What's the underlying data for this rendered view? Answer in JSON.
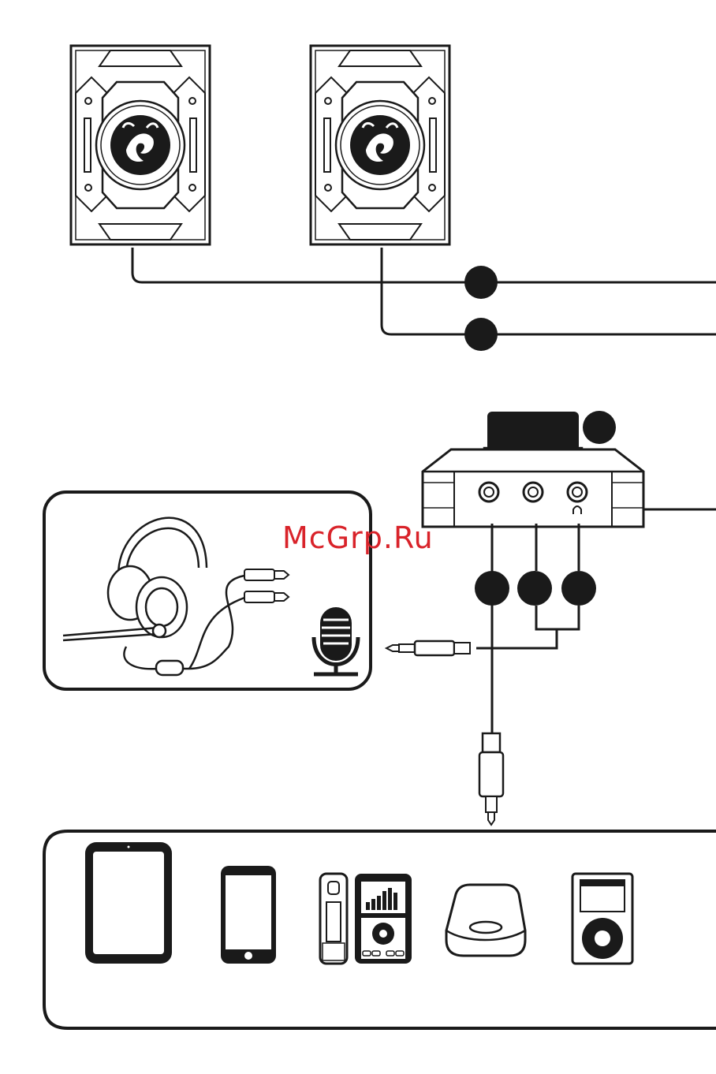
{
  "watermark": {
    "text": "McGrp.Ru",
    "color": "#d9232a"
  },
  "colors": {
    "ink": "#1a1a1a",
    "bg": "#ffffff"
  },
  "components": {
    "left_speaker": {
      "icon": "speaker-icon"
    },
    "right_speaker": {
      "icon": "speaker-icon"
    },
    "control_pod": {
      "icon": "volume-knob-icon"
    },
    "headset": {
      "icon": "headset-icon"
    },
    "microphone": {
      "icon": "microphone-icon"
    },
    "devices": [
      "tablet-icon",
      "smartphone-icon",
      "mp3-player-icon",
      "portable-player-icon",
      "cd-player-icon",
      "ipod-icon"
    ],
    "jacks": [
      "line-in-jack",
      "mic-jack",
      "headphone-jack"
    ]
  }
}
